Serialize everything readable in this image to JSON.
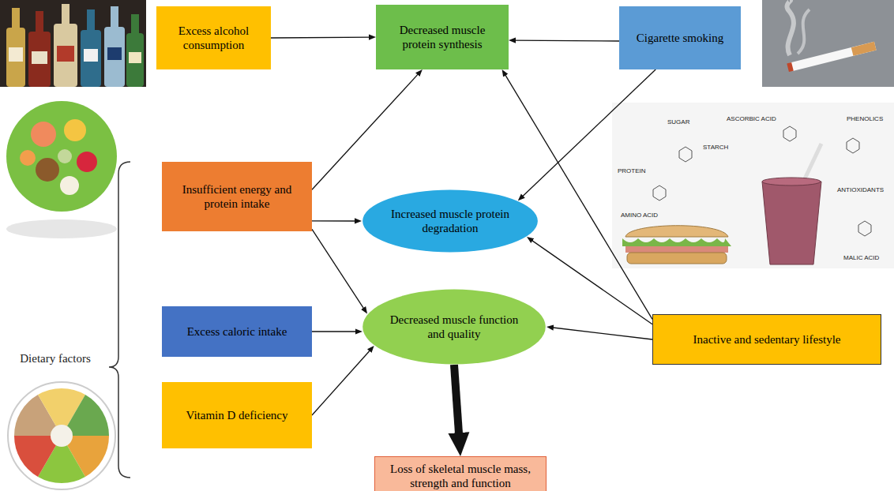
{
  "diagram": {
    "nodes": [
      {
        "text": [
          "Excess alcohol consumption"
        ]
      },
      {
        "text": [
          "Decreased muscle protein synthesis"
        ]
      },
      {
        "text": [
          "Cigarette smoking"
        ]
      },
      {
        "text": [
          "Insufficient energy and protein intake"
        ]
      },
      {
        "text": [
          "Increased muscle protein degradation"
        ]
      },
      {
        "text": [
          "Excess caloric intake"
        ]
      },
      {
        "text": [
          "Decreased muscle function and quality"
        ]
      },
      {
        "text": [
          "Inactive and sedentary lifestyle"
        ]
      },
      {
        "text": [
          "Vitamin D deficiency"
        ]
      },
      {
        "text": [
          "Loss of skeletal muscle mass, strength and function"
        ]
      }
    ],
    "edges": [
      {
        "from": 0,
        "to": 1,
        "arrow": "to"
      },
      {
        "from": 2,
        "to": 1,
        "arrow": "to"
      },
      {
        "from": 2,
        "to": 4,
        "arrow": "to"
      },
      {
        "from": 3,
        "to": 1,
        "arrow": "to"
      },
      {
        "from": 3,
        "to": 4,
        "arrow": "to"
      },
      {
        "from": 3,
        "to": 6,
        "arrow": "to"
      },
      {
        "from": 5,
        "to": 6,
        "arrow": "to"
      },
      {
        "from": 8,
        "to": 6,
        "arrow": "to"
      },
      {
        "from": 7,
        "to": 1,
        "arrow": "to"
      },
      {
        "from": 7,
        "to": 4,
        "arrow": "to"
      },
      {
        "from": 7,
        "to": 6,
        "arrow": "to"
      },
      {
        "from": 6,
        "to": 9,
        "arrow": "to"
      }
    ],
    "labels": [
      "Dietary factors",
      "SUGAR",
      "ASCORBIC ACID",
      "PHENOLICS",
      "STARCH",
      "PROTEIN",
      "ANTIOXIDANTS",
      "AMINO ACID",
      "MALIC ACID"
    ]
  }
}
